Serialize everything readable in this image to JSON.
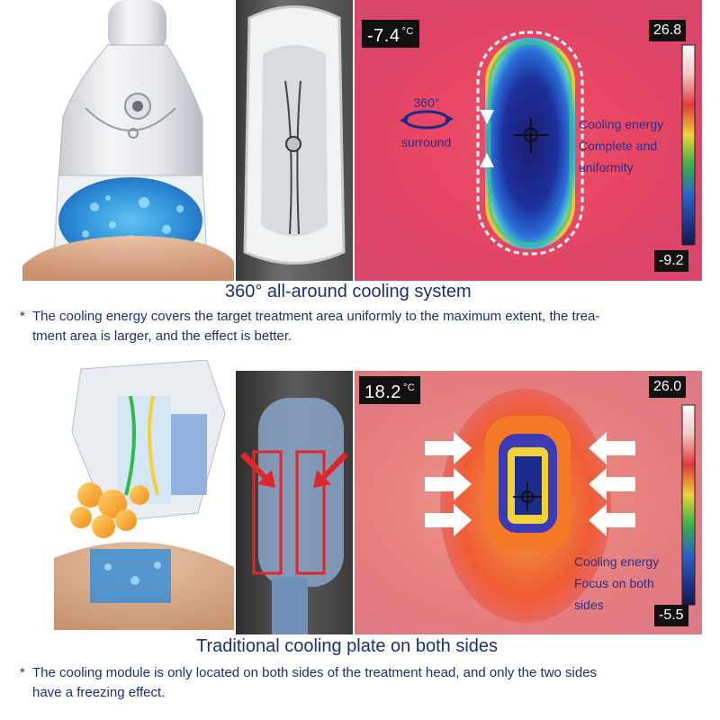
{
  "section1": {
    "title": "360° all-around cooling system",
    "note_star": "*",
    "note": "The cooling energy covers the target treatment area uniformly to the maximum extent, the trea-tment area is larger, and the effect is better.",
    "note_line1": "The cooling energy covers the target treatment area uniformly to the maximum extent, the trea-",
    "note_line2": "tment area is larger, and the effect is better.",
    "thermal": {
      "current_temp": "-7.4",
      "unit": "°C",
      "scale_max": "26.8",
      "scale_min": "-9.2",
      "rotation_label_1": "360°",
      "rotation_label_2": "surround",
      "annotation_lines": [
        "Cooling energy",
        "Complete and",
        "uniformity"
      ]
    }
  },
  "section2": {
    "title": "Traditional cooling plate on both sides",
    "note_star": "*",
    "note_line1": "The cooling module is only located on both sides of the treatment head, and only the two sides",
    "note_line2": "have a freezing effect.",
    "thermal": {
      "current_temp": "18.2",
      "unit": "°C",
      "scale_max": "26.0",
      "scale_min": "-5.5",
      "annotation_lines": [
        "Cooling energy",
        "Focus on both",
        "sides"
      ]
    }
  },
  "colors": {
    "caption_text": "#1c2f6e",
    "thermal_bg_1": "#e94763",
    "thermal_bg_2": "#e8857f",
    "cold_core": "#1b2c8c",
    "arrow_red": "#e0262a"
  }
}
